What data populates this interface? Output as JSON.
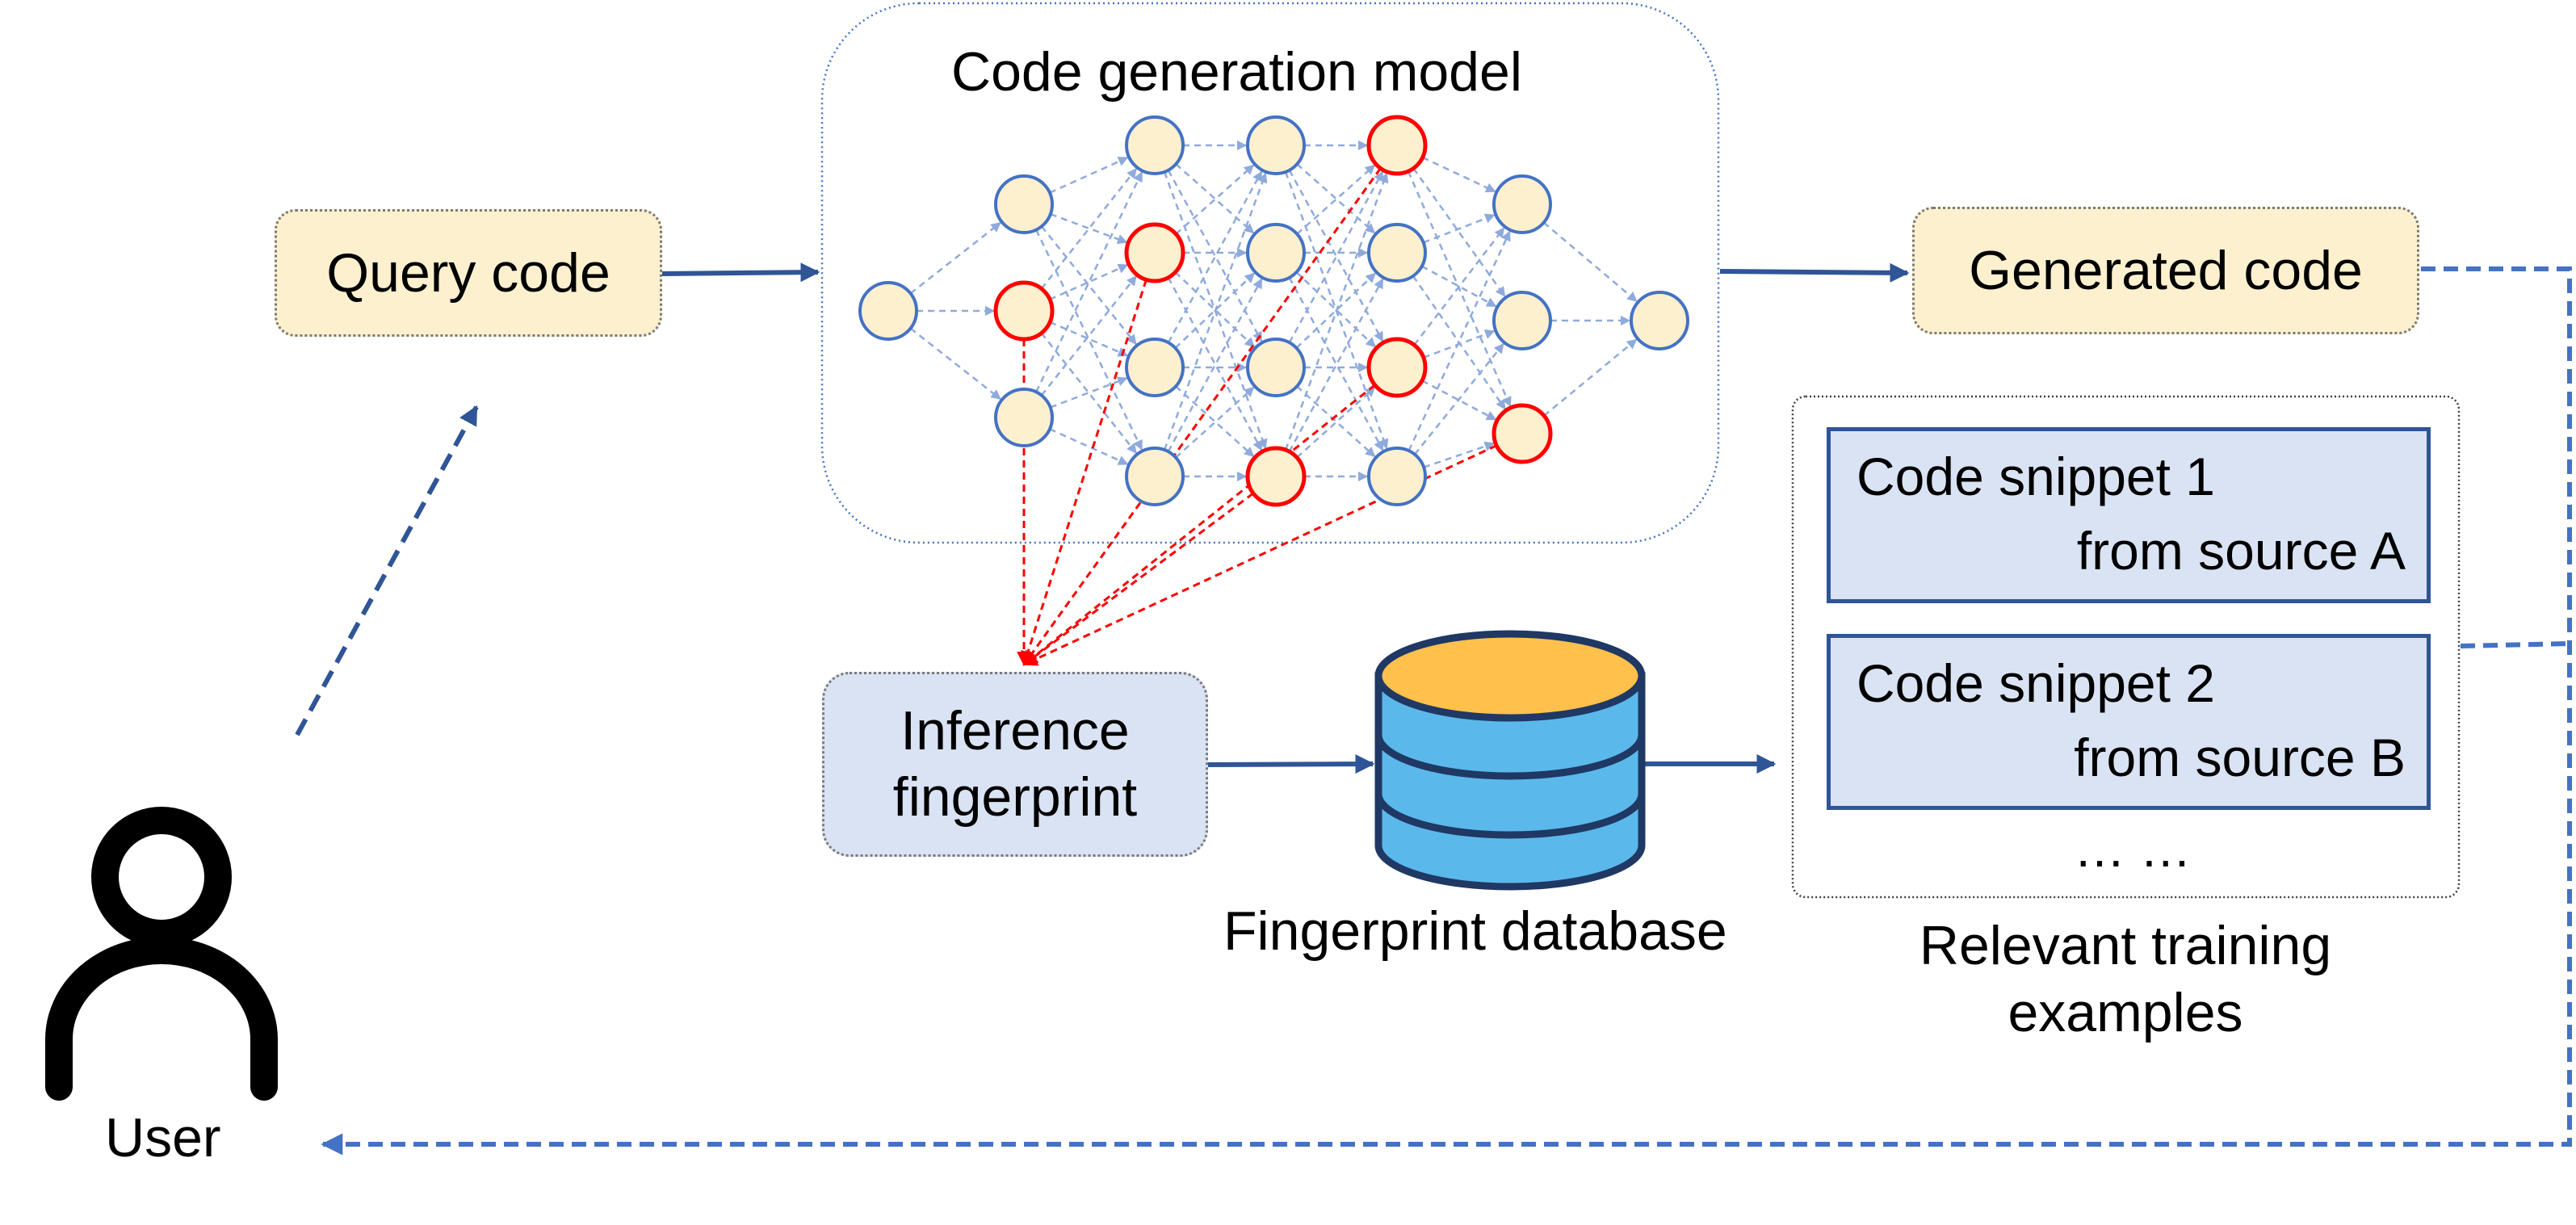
{
  "model": {
    "title": "Code generation model"
  },
  "query": {
    "label": "Query code"
  },
  "generated": {
    "label": "Generated code"
  },
  "fingerprint": {
    "line1": "Inference",
    "line2": "fingerprint"
  },
  "database": {
    "label": "Fingerprint database"
  },
  "examples": {
    "snippets": [
      {
        "line1": "Code snippet 1",
        "line2": "from source A"
      },
      {
        "line1": "Code snippet 2",
        "line2": "from source B"
      }
    ],
    "more": "… …",
    "caption_line1": "Relevant training",
    "caption_line2": "examples"
  },
  "user": {
    "label": "User",
    "icon": "user-icon"
  },
  "colors": {
    "node_fill": "#fdf0cf",
    "node_stroke": "#4472c4",
    "active_stroke": "#ff0000",
    "arrow": "#2f5597",
    "edge": "#8faadc",
    "db_top": "#ffc04c",
    "db_body": "#5bb8ea",
    "db_stroke": "#1f3864"
  }
}
